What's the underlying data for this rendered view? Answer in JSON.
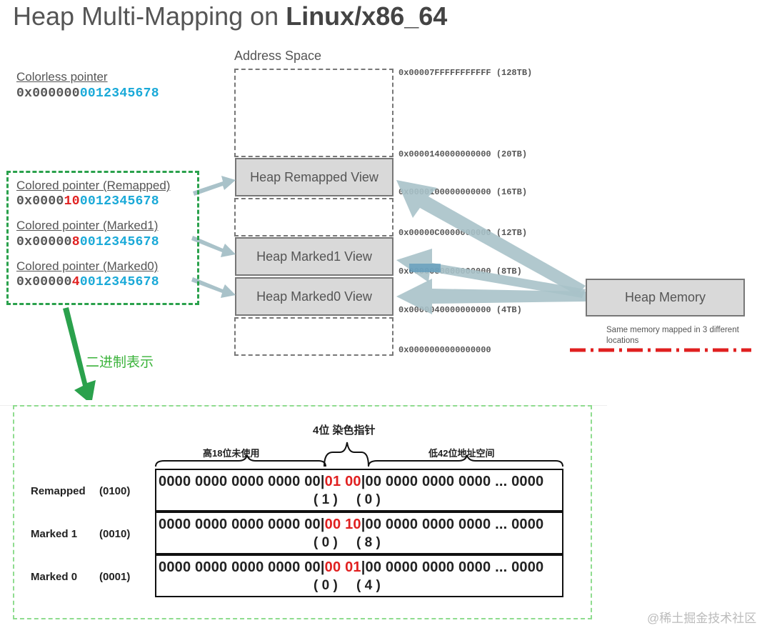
{
  "title": {
    "prefix": "Heap Multi-Mapping on ",
    "bold": "Linux/x86_64"
  },
  "address_space": {
    "label": "Address Space",
    "addresses": [
      "0x00007FFFFFFFFFFF (128TB)",
      "0x0000140000000000 (20TB)",
      "0x0000100000000000 (16TB)",
      "0x00000C0000000000 (12TB)",
      "0x0000080000000000 (8TB)",
      "0x0000040000000000 (4TB)",
      "0x0000000000000000"
    ]
  },
  "views": {
    "remapped": "Heap Remapped View",
    "marked1": "Heap Marked1 View",
    "marked0": "Heap Marked0 View"
  },
  "heap_memory": {
    "label": "Heap Memory",
    "note": "Same memory mapped in 3 different locations"
  },
  "colorless": {
    "label": "Colorless pointer",
    "prefix": "0x000000",
    "suffix": "0012345678"
  },
  "colored": [
    {
      "label": "Colored pointer (Remapped)",
      "prefix": "0x0000",
      "color_bits": "10",
      "suffix": "0012345678"
    },
    {
      "label": "Colored pointer (Marked1)",
      "prefix": "0x00000",
      "color_bits": "8",
      "suffix": "0012345678"
    },
    {
      "label": "Colored pointer (Marked0)",
      "prefix": "0x00000",
      "color_bits": "4",
      "suffix": "0012345678"
    }
  ],
  "binary_label": "二进制表示",
  "bits": {
    "title": "4位 染色指针",
    "left_label": "高18位未使用",
    "right_label": "低42位地址空间",
    "rows": [
      {
        "name": "Remapped",
        "code": "(0100)",
        "prefix": "0000 0000 0000 0000 00|",
        "red1": "01",
        "red2": "00",
        "suffix": "|00 0000 0000 0000 ... 0000",
        "sub1": "( 1 )",
        "sub2": "( 0 )"
      },
      {
        "name": "Marked 1",
        "code": "(0010)",
        "prefix": "0000 0000 0000 0000 00|",
        "red1": "00",
        "red2": "10",
        "suffix": "|00 0000 0000 0000 ... 0000",
        "sub1": "( 0 )",
        "sub2": "( 8 )"
      },
      {
        "name": "Marked 0",
        "code": "(0001)",
        "prefix": "0000 0000 0000 0000 00|",
        "red1": "00",
        "red2": "01",
        "suffix": "|00 0000 0000 0000 ... 0000",
        "sub1": "( 0 )",
        "sub2": "( 4 )"
      }
    ]
  },
  "watermark": "@稀土掘金技术社区",
  "colors": {
    "arrow": "#a9c2c9",
    "green": "#2aa14c",
    "red": "#e02020",
    "blue": "#19a9d8"
  }
}
